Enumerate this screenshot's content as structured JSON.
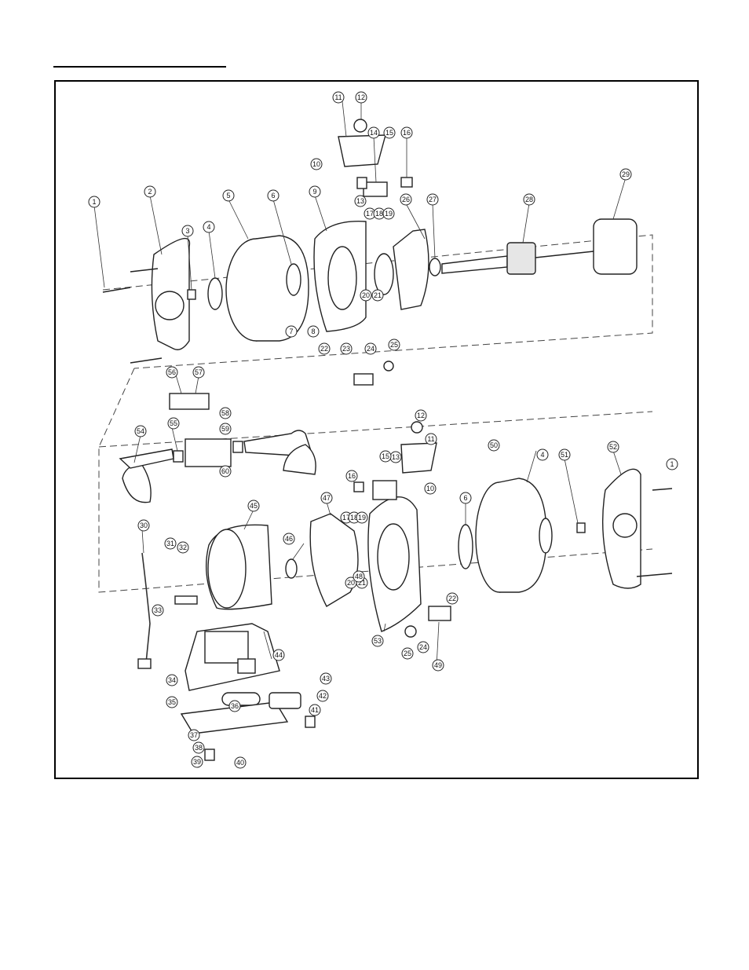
{
  "diagram": {
    "callouts_top": [
      "1",
      "2",
      "3",
      "4",
      "5",
      "6",
      "7",
      "8",
      "9",
      "10",
      "11",
      "12",
      "13",
      "14",
      "15",
      "16",
      "17",
      "18",
      "19",
      "20",
      "21",
      "22",
      "23",
      "24",
      "25",
      "26",
      "27",
      "28",
      "29"
    ],
    "callouts_switch": [
      "54",
      "55",
      "56",
      "57",
      "58",
      "59",
      "60"
    ],
    "callouts_bottom": [
      "1",
      "4",
      "6",
      "10",
      "11",
      "12",
      "13",
      "15",
      "16",
      "17",
      "18",
      "19",
      "20",
      "21",
      "22",
      "24",
      "25",
      "30",
      "31",
      "32",
      "33",
      "34",
      "35",
      "36",
      "37",
      "38",
      "39",
      "40",
      "41",
      "42",
      "43",
      "44",
      "45",
      "46",
      "47",
      "48",
      "49",
      "50",
      "51",
      "52",
      "53"
    ]
  }
}
